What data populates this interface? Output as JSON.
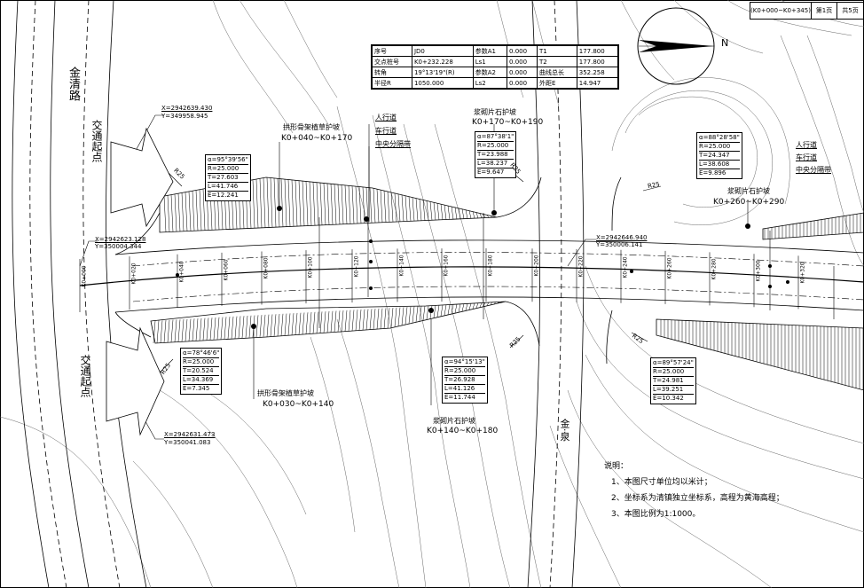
{
  "sheet": {
    "range": "(K0+000~K0+345)",
    "page": "第1页",
    "total": "共5页"
  },
  "curve_table": {
    "rows": [
      [
        "序号",
        "JD0",
        "参数A1",
        "0.000",
        "T1",
        "177.800"
      ],
      [
        "交点桩号",
        "K0+232.228",
        "Ls1",
        "0.000",
        "T2",
        "177.800"
      ],
      [
        "转角",
        "19°13'19\"(R)",
        "参数A2",
        "0.000",
        "曲线总长",
        "352.258"
      ],
      [
        "半径R",
        "1050.000",
        "Ls2",
        "0.000",
        "外距E",
        "14.947"
      ]
    ]
  },
  "compass": {
    "label": "N"
  },
  "roads": {
    "jinqing": "金清路",
    "node_left_top": "交通起点",
    "node_left_bottom": "交通起点",
    "yard_road": "金·泉"
  },
  "coords": {
    "c1": {
      "x": "X=2942639.430",
      "y": "Y=349958.945"
    },
    "c2": {
      "x": "X=2942623.128",
      "y": "Y=350004.344"
    },
    "c3": {
      "x": "X=2942631.473",
      "y": "Y=350041.083"
    },
    "c4": {
      "x": "X=2942646.940",
      "y": "Y=350006.141"
    }
  },
  "curves": {
    "c1": {
      "a": "α=95°39'56\"",
      "r": "R=25.000",
      "t": "T=27.603",
      "l": "L=41.746",
      "e": "E=12.241"
    },
    "c2": {
      "a": "α=87°38'1\"",
      "r": "R=25.000",
      "t": "T=23.988",
      "l": "L=38.237",
      "e": "E=9.647"
    },
    "c3": {
      "a": "α=88°28'58\"",
      "r": "R=25.000",
      "t": "T=24.347",
      "l": "L=38.608",
      "e": "E=9.896"
    },
    "c4": {
      "a": "α=78°46'6\"",
      "r": "R=25.000",
      "t": "T=20.524",
      "l": "L=34.369",
      "e": "E=7.345"
    },
    "c5": {
      "a": "α=94°15'13\"",
      "r": "R=25.000",
      "t": "T=26.928",
      "l": "L=41.126",
      "e": "E=11.744"
    },
    "c6": {
      "a": "α=89°57'24\"",
      "r": "R=25.000",
      "t": "T=24.981",
      "l": "L=39.251",
      "e": "E=10.342"
    }
  },
  "labels": {
    "slope1_name": "拱形骨架植草护坡",
    "slope1_range": "K0+040~K0+170",
    "slope2_name": "浆砌片石护坡",
    "slope2_range": "K0+170~K0+190",
    "slope3_name": "浆砌片石护坡",
    "slope3_range": "K0+260~K0+290",
    "slope4_name": "拱形骨架植草护坡",
    "slope4_range": "K0+030~K0+140",
    "slope5_name": "浆砌片石护坡",
    "slope5_range": "K0+140~K0+180",
    "sidewalk": "人行道",
    "carriage": "车行道",
    "median": "中央分隔带",
    "sidewalk_r": "人行道",
    "carriage_r": "车行道",
    "median_r": "中央分隔带",
    "r25": "R25"
  },
  "stations": [
    "K0+000",
    "K0+020",
    "K0+040",
    "K0+060",
    "K0+080",
    "K0+100",
    "K0+120",
    "K0+140",
    "K0+160",
    "K0+180",
    "K0+200",
    "K0+220",
    "K0+240",
    "K0+260",
    "K0+280",
    "K0+300",
    "K0+320"
  ],
  "notes": {
    "title": "说明：",
    "n1": "1、本图尺寸单位均以米计；",
    "n2": "2、坐标系为清镇独立坐标系，高程为黄海高程；",
    "n3": "3、本图比例为1:1000。"
  }
}
